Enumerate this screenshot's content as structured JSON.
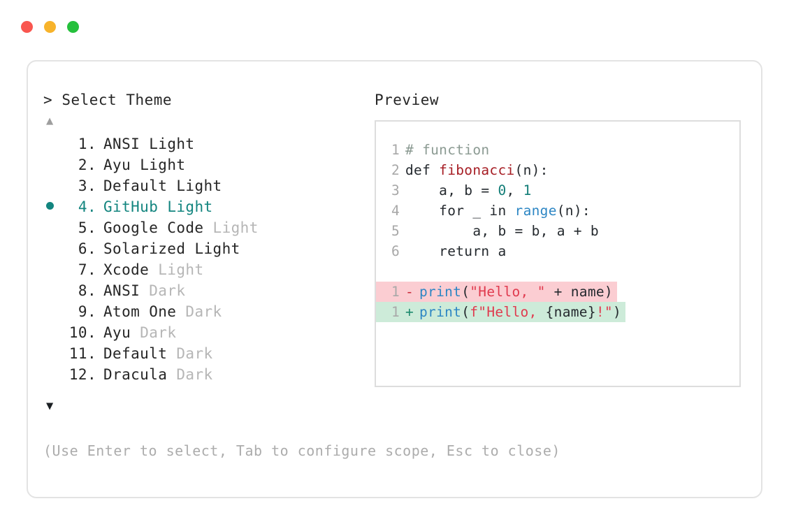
{
  "window": {
    "dots": [
      {
        "name": "close",
        "color": "#F9564F"
      },
      {
        "name": "minimize",
        "color": "#F7B32B"
      },
      {
        "name": "maximize",
        "color": "#25C03C"
      }
    ]
  },
  "picker": {
    "prompt_caret": ">",
    "prompt_label": "Select Theme",
    "scroll_up_glyph": "▲",
    "scroll_down_glyph": "▼",
    "selected_index": 4,
    "items": [
      {
        "index": " 1.",
        "name": "ANSI",
        "variant": "Light",
        "variant_dim": false
      },
      {
        "index": " 2.",
        "name": "Ayu",
        "variant": "Light",
        "variant_dim": false
      },
      {
        "index": " 3.",
        "name": "Default",
        "variant": "Light",
        "variant_dim": false
      },
      {
        "index": " 4.",
        "name": "GitHub",
        "variant": "Light",
        "variant_dim": false
      },
      {
        "index": " 5.",
        "name": "Google Code",
        "variant": "Light",
        "variant_dim": true
      },
      {
        "index": " 6.",
        "name": "Solarized",
        "variant": "Light",
        "variant_dim": false
      },
      {
        "index": " 7.",
        "name": "Xcode",
        "variant": "Light",
        "variant_dim": true
      },
      {
        "index": " 8.",
        "name": "ANSI",
        "variant": "Dark",
        "variant_dim": true
      },
      {
        "index": " 9.",
        "name": "Atom One",
        "variant": "Dark",
        "variant_dim": true
      },
      {
        "index": "10.",
        "name": "Ayu",
        "variant": "Dark",
        "variant_dim": true
      },
      {
        "index": "11.",
        "name": "Default",
        "variant": "Dark",
        "variant_dim": true
      },
      {
        "index": "12.",
        "name": "Dracula",
        "variant": "Dark",
        "variant_dim": true
      }
    ],
    "hint": "(Use Enter to select, Tab to configure scope, Esc to close)"
  },
  "preview": {
    "label": "Preview",
    "code_lines": [
      {
        "ln": "1",
        "tokens": [
          {
            "t": "# function",
            "c": "tok-comment"
          }
        ]
      },
      {
        "ln": "2",
        "tokens": [
          {
            "t": "def ",
            "c": "tok-kw"
          },
          {
            "t": "fibonacci",
            "c": "tok-fn"
          },
          {
            "t": "(n):",
            "c": "tok-plain"
          }
        ]
      },
      {
        "ln": "3",
        "tokens": [
          {
            "t": "    a, b = ",
            "c": "tok-plain"
          },
          {
            "t": "0",
            "c": "tok-num"
          },
          {
            "t": ", ",
            "c": "tok-plain"
          },
          {
            "t": "1",
            "c": "tok-num"
          }
        ]
      },
      {
        "ln": "4",
        "tokens": [
          {
            "t": "    for _ in ",
            "c": "tok-plain"
          },
          {
            "t": "range",
            "c": "tok-builtin"
          },
          {
            "t": "(n):",
            "c": "tok-plain"
          }
        ]
      },
      {
        "ln": "5",
        "tokens": [
          {
            "t": "        a, b = b, a + b",
            "c": "tok-plain"
          }
        ]
      },
      {
        "ln": "6",
        "tokens": [
          {
            "t": "    return a",
            "c": "tok-plain"
          }
        ]
      }
    ],
    "diff_lines": [
      {
        "ln": "1",
        "sign": "-",
        "kind": "del",
        "tokens": [
          {
            "t": "print",
            "c": "tok-builtin"
          },
          {
            "t": "(",
            "c": "tok-plain"
          },
          {
            "t": "\"Hello, \"",
            "c": "tok-str"
          },
          {
            "t": " + name)",
            "c": "tok-plain"
          }
        ]
      },
      {
        "ln": "1",
        "sign": "+",
        "kind": "add",
        "tokens": [
          {
            "t": "print",
            "c": "tok-builtin"
          },
          {
            "t": "(",
            "c": "tok-plain"
          },
          {
            "t": "f\"Hello, ",
            "c": "tok-str"
          },
          {
            "t": "{name}",
            "c": "tok-plain"
          },
          {
            "t": "!\"",
            "c": "tok-str"
          },
          {
            "t": ")",
            "c": "tok-plain"
          }
        ]
      }
    ]
  },
  "colors": {
    "accent_teal": "#13857F",
    "diff_del_bg": "#FBCDD2",
    "diff_add_bg": "#CDEBD9",
    "dim_text": "#B6B6B6",
    "border": "#E3E3E3"
  }
}
